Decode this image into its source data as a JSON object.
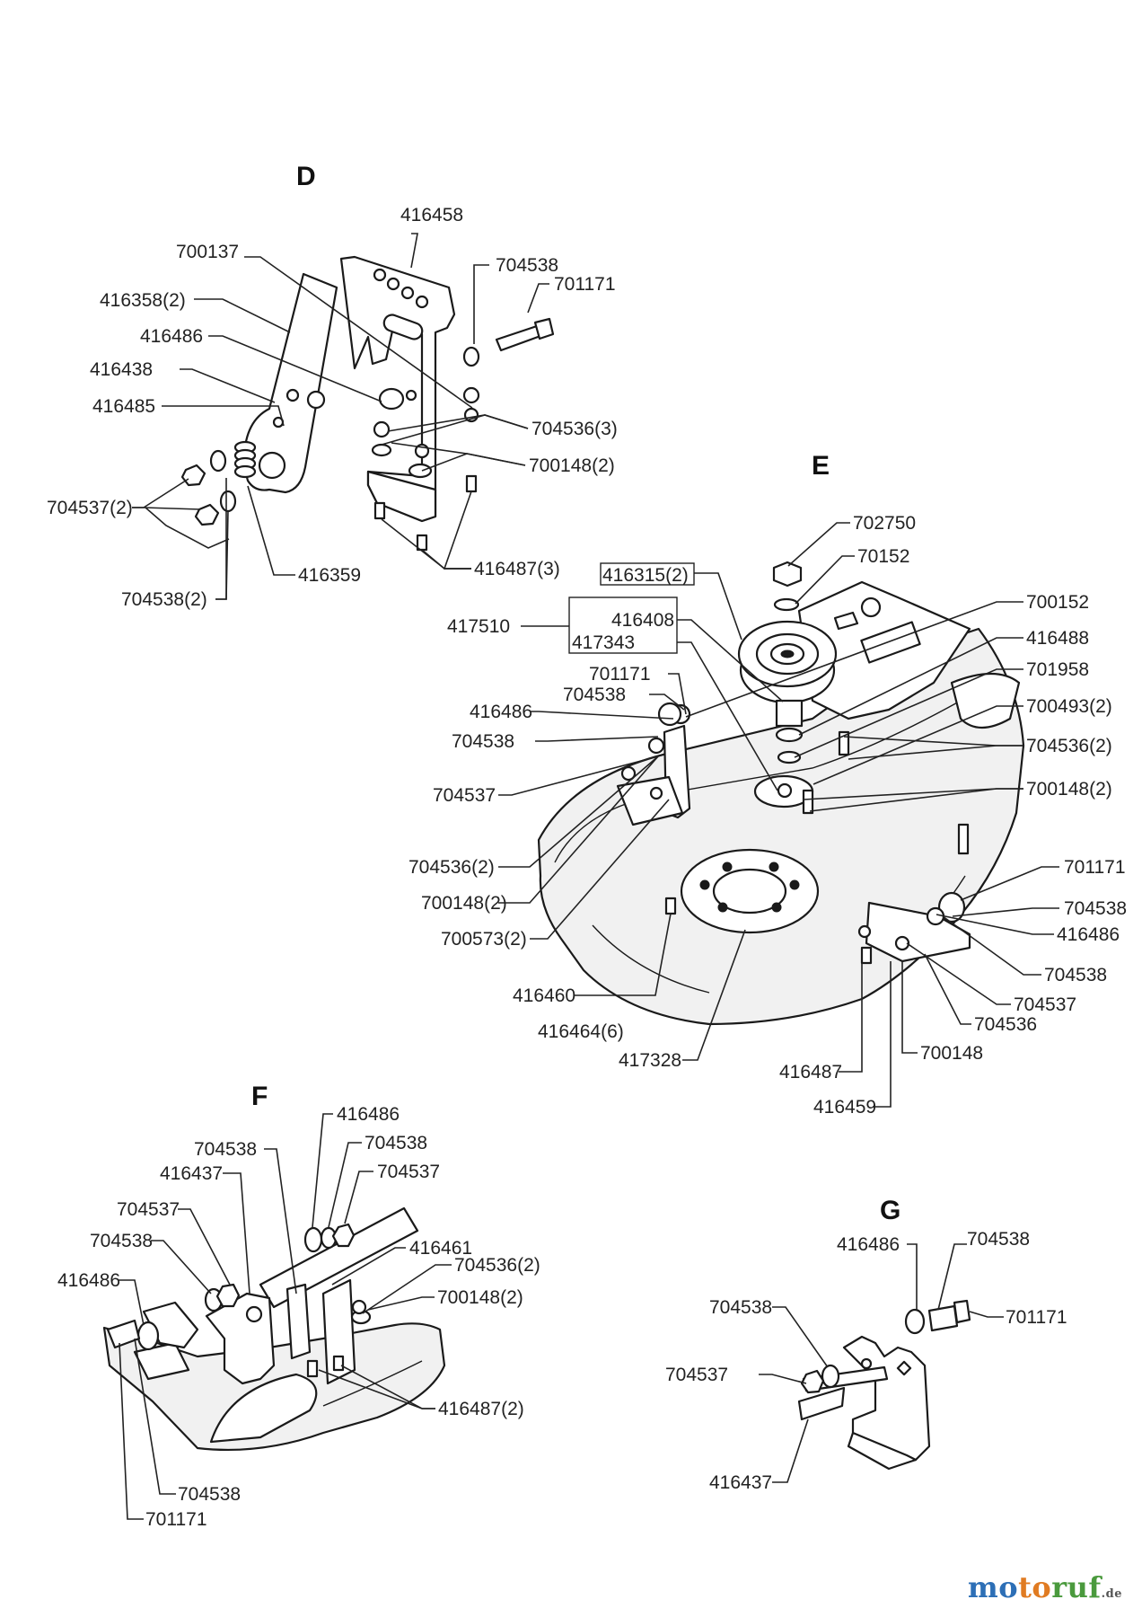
{
  "sections": {
    "D": {
      "title": "D",
      "labels": [
        "416458",
        "700137",
        "704538",
        "701171",
        "416358(2)",
        "416486",
        "416438",
        "416485",
        "704536(3)",
        "700148(2)",
        "704537(2)",
        "416359",
        "704538(2)",
        "416487(3)"
      ]
    },
    "E": {
      "title": "E",
      "labels": [
        "702750",
        "416315(2)",
        "70152",
        "700152",
        "417510",
        "416408",
        "417343",
        "416488",
        "701171",
        "701958",
        "704538",
        "416486",
        "700493(2)",
        "704538",
        "704536(2)",
        "704537",
        "700148(2)",
        "704536(2)",
        "700148(2)",
        "701171",
        "700573(2)",
        "704538",
        "416486",
        "704538",
        "416460",
        "704537",
        "416464(6)",
        "704536",
        "700148",
        "417328",
        "416487",
        "416459"
      ]
    },
    "F": {
      "title": "F",
      "labels": [
        "416486",
        "704538",
        "704538",
        "416437",
        "704537",
        "704537",
        "416461",
        "704538",
        "704536(2)",
        "416486",
        "700148(2)",
        "416487(2)",
        "704538",
        "701171"
      ]
    },
    "G": {
      "title": "G",
      "labels": [
        "416486",
        "704538",
        "704538",
        "701171",
        "704537",
        "416437"
      ]
    }
  },
  "watermark": {
    "part1": "mo",
    "part2": "to",
    "part3": "ruf",
    "suffix": ".de"
  }
}
